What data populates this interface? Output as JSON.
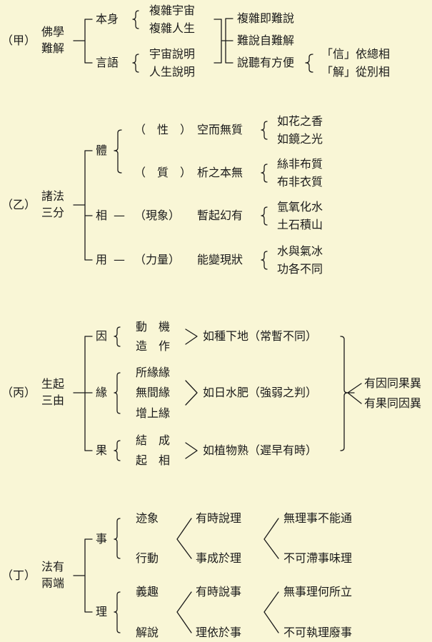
{
  "colors": {
    "background": "#f9f6d6",
    "ink": "#1a1a1a"
  },
  "sections": [
    {
      "label": [
        "（甲）"
      ],
      "title": [
        "佛學",
        "難解"
      ],
      "branches": [
        "本身",
        "言語"
      ],
      "sub": [
        "複雜宇宙",
        "複雜人生",
        "宇宙說明",
        "人生說明"
      ],
      "results": [
        "複雜即難說",
        "難說自難解",
        "說聽有方便"
      ],
      "ends": [
        "「信」依總相",
        "「解」從別相"
      ]
    },
    {
      "label": [
        "（乙）"
      ],
      "title": [
        "諸法",
        "三分"
      ],
      "branches": [
        "體",
        "相",
        "用"
      ],
      "dash": [
        "—",
        "—"
      ],
      "aspects": [
        "（　性　）",
        "（　質　）",
        "（現象）",
        "（力量）"
      ],
      "desc": [
        "空而無質",
        "析之本無",
        "暫起幻有",
        "能變現狀"
      ],
      "examples": [
        "如花之香",
        "如鏡之光",
        "絲非布質",
        "布非衣質",
        "氫氧化水",
        "土石積山",
        "水與氣冰",
        "功各不同"
      ]
    },
    {
      "label": [
        "（丙）"
      ],
      "title": [
        "生起",
        "三由"
      ],
      "branches": [
        "因",
        "緣",
        "果"
      ],
      "sub": [
        "動　機",
        "造　作",
        "所緣緣",
        "無間緣",
        "增上緣",
        "結　成",
        "起　相"
      ],
      "desc": [
        "如種下地（常暫不同）",
        "如日水肥（強弱之判）",
        "如植物熟（遲早有時）"
      ],
      "ends": [
        "有因同果異",
        "有果同因異"
      ]
    },
    {
      "label": [
        "（丁）"
      ],
      "title": [
        "法有",
        "兩端"
      ],
      "branches": [
        "事",
        "理"
      ],
      "sub": [
        "迹象",
        "行動",
        "義趣",
        "解說"
      ],
      "mid": [
        "有時說理",
        "事成於理",
        "有時說事",
        "理依於事"
      ],
      "ends": [
        "無理事不能通",
        "不可滯事味理",
        "無事理何所立",
        "不可執理廢事"
      ]
    }
  ]
}
